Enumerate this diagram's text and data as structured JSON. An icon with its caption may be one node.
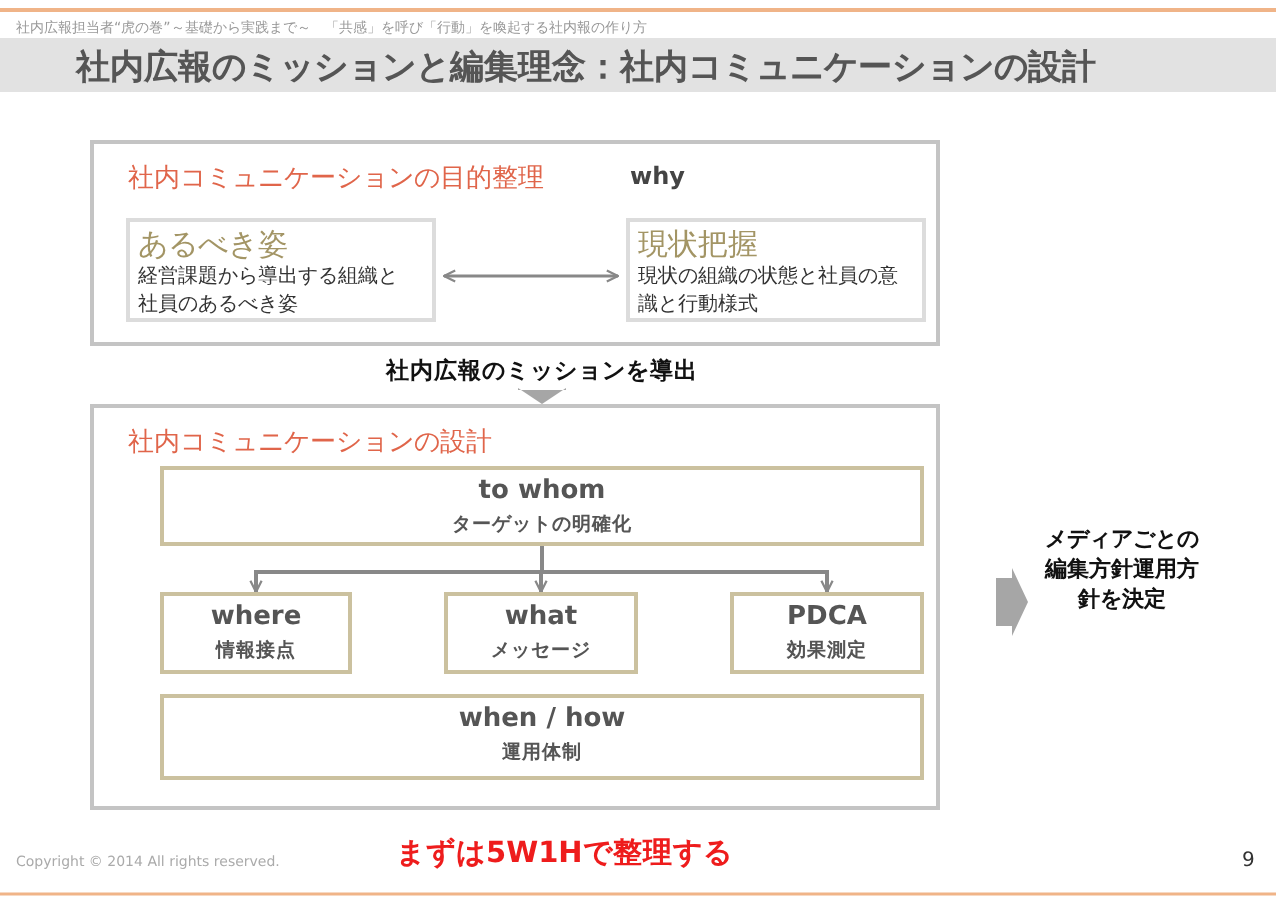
{
  "diagram": {
    "title": "社内広報のミッションと編集理念：社内コミュニケーションの設計",
    "nodes": [
      {
        "text": [
          "社内コミュニケーションの目的整理",
          "why"
        ]
      },
      {
        "text": [
          "あるべき姿",
          "経営課題から導出する組織と社員のあるべき姿"
        ],
        "in": 0
      },
      {
        "text": [
          "現状把握",
          "現状の組織の状態と社員の意識と行動様式"
        ],
        "in": 0
      },
      {
        "text": [
          "社内広報のミッションを導出"
        ]
      },
      {
        "text": [
          "社内コミュニケーションの設計"
        ]
      },
      {
        "text": [
          "to whom",
          "ターゲットの明確化"
        ],
        "in": 4
      },
      {
        "text": [
          "where",
          "情報接点"
        ],
        "in": 4
      },
      {
        "text": [
          "what",
          "メッセージ"
        ],
        "in": 4
      },
      {
        "text": [
          "PDCA",
          "効果測定"
        ],
        "in": 4
      },
      {
        "text": [
          "when / how",
          "運用体制"
        ],
        "in": 4
      },
      {
        "text": [
          "メディアごとの編集方針運用方針を決定"
        ]
      }
    ],
    "edges": [
      {
        "from": 1,
        "to": 2,
        "arrow": "both"
      },
      {
        "from": 3,
        "to": 4,
        "arrow": "to",
        "style": "thick"
      },
      {
        "from": 5,
        "to": 6,
        "arrow": "to"
      },
      {
        "from": 5,
        "to": 7,
        "arrow": "to"
      },
      {
        "from": 5,
        "to": 8,
        "arrow": "to"
      },
      {
        "from": 4,
        "to": 10,
        "arrow": "to",
        "style": "thick"
      }
    ],
    "labels": [
      "社内広報担当者“虎の巻”～基礎から実践まで～　「共感」を呼び「行動」を喚起する社内報の作り方",
      "まずは5W1Hで整理する",
      "Copyright © 2014 All rights reserved.",
      "9"
    ]
  }
}
